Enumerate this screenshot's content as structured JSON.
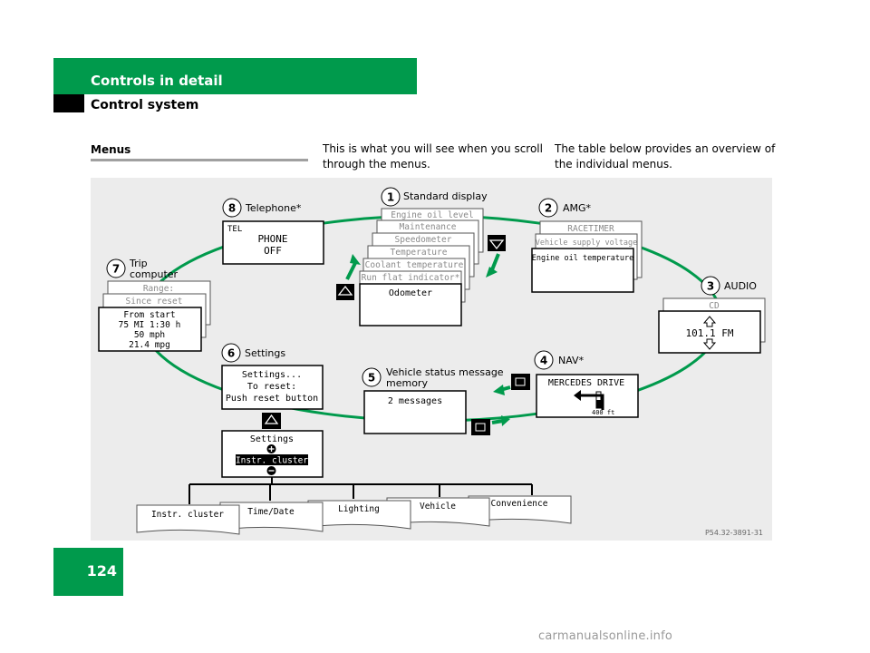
{
  "header": {
    "title": "Controls in detail",
    "subtitle": "Control system"
  },
  "page_number": "124",
  "section": {
    "heading": "Menus",
    "col1_line1": "This is what you will see when you scroll",
    "col1_line2": "through the menus.",
    "col2_line1": "The table below provides an overview of",
    "col2_line2": "the individual menus."
  },
  "diagram": {
    "figure_id": "P54.32-3891-31",
    "menus": {
      "standard": {
        "num": "1",
        "label": "Standard display",
        "cards": [
          "Engine oil level",
          "Maintenance",
          "Speedometer",
          "Temperature",
          "Coolant temperature",
          "Run flat indicator*"
        ],
        "front": "Odometer"
      },
      "amg": {
        "num": "2",
        "label": "AMG*",
        "cards": [
          "RACETIMER",
          "Vehicle supply voltage"
        ],
        "front": "Engine oil temperature"
      },
      "audio": {
        "num": "3",
        "label": "AUDIO",
        "card": "CD",
        "front": "101.1 FM"
      },
      "nav": {
        "num": "4",
        "label": "NAV*",
        "front": "MERCEDES DRIVE",
        "distance": "400 ft"
      },
      "vehicle_status": {
        "num": "5",
        "label_line1": "Vehicle status message",
        "label_line2": "memory",
        "front": "2 messages"
      },
      "settings": {
        "num": "6",
        "label": "Settings",
        "front_line1": "Settings...",
        "front_line2": "To reset:",
        "front_line3": "Push reset button",
        "sub_line1": "Settings",
        "sub_line2": "Instr. cluster",
        "submenus": [
          "Instr. cluster",
          "Time/Date",
          "Lighting",
          "Vehicle",
          "Convenience"
        ]
      },
      "trip": {
        "num": "7",
        "label_line1": "Trip",
        "label_line2": "computer",
        "cards": [
          "Range:",
          "Since reset"
        ],
        "front_line1": "From start",
        "front_line2": "75 MI       1:30 h",
        "front_line3": "50 mph",
        "front_line4": "21.4 mpg"
      },
      "telephone": {
        "num": "8",
        "label": "Telephone*",
        "front_line1": "TEL",
        "front_line2": "PHONE",
        "front_line3": "OFF"
      }
    }
  },
  "watermark": "carmanualsonline.info",
  "colors": {
    "green": "#009a4c",
    "panel": "#ececec",
    "card_gray": "#9a9a9a"
  }
}
